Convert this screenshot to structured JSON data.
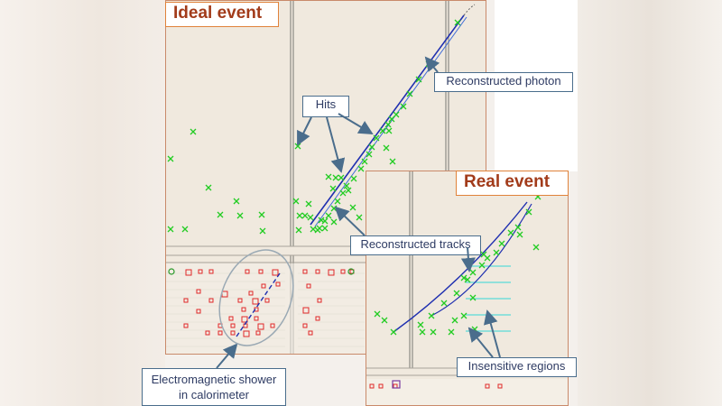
{
  "ideal_event": {
    "title": "Ideal event"
  },
  "real_event": {
    "title": "Real event"
  },
  "labels": {
    "reconstructed_photon": "Reconstructed photon",
    "hits": "Hits",
    "reconstructed_tracks": "Reconstructed tracks",
    "insensitive_regions": "Insensitive regions",
    "em_shower_line1": "Electromagnetic shower",
    "em_shower_line2": "in calorimeter"
  },
  "colors": {
    "hit_marker": "#22cc22",
    "track_line": "#1f2fb0",
    "calorimeter_cell": "#e02828",
    "insensitive_line": "#33d6d6",
    "callout_border": "#4a6d8c",
    "title_border": "#e0823a",
    "title_text": "#a23b1a",
    "panel_background": "#f0e9de"
  }
}
